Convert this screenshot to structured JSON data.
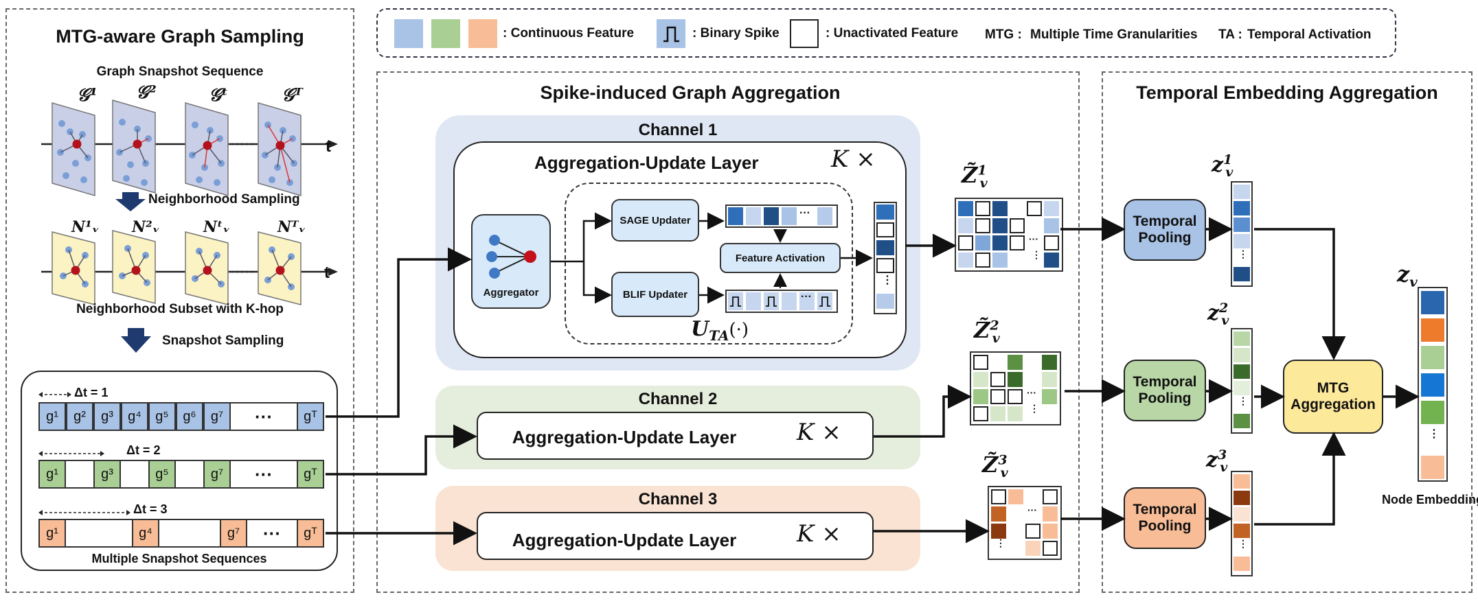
{
  "legend": {
    "continuous": ": Continuous Feature",
    "binary": ": Binary Spike",
    "unactivated": ": Unactivated Feature",
    "mtg_key": "MTG :",
    "mtg_def": "Multiple Time Granularities",
    "ta_key": "TA :",
    "ta_def": "Temporal  Activation"
  },
  "left": {
    "title": "MTG-aware Graph Sampling",
    "seq_title": "Graph Snapshot Sequence",
    "snap_labels": [
      "𝒢¹",
      "𝒢²",
      "𝒢ᵗ",
      "𝒢ᵀ"
    ],
    "node": "v",
    "t": "t",
    "neigh_sampling": "Neighborhood Sampling",
    "neigh_labels": [
      "N¹ᵥ",
      "N²ᵥ",
      "Nᵗᵥ",
      "Nᵀᵥ"
    ],
    "neigh_subset": "Neighborhood Subset with K-hop",
    "snapshot_sampling": "Snapshot Sampling",
    "multi_seq": "Multiple Snapshot Sequences",
    "rows": [
      {
        "dt": "Δt = 1",
        "cells": [
          "g¹",
          "g²",
          "g³",
          "g⁴",
          "g⁵",
          "g⁶",
          "g⁷",
          "···",
          "gᵀ"
        ]
      },
      {
        "dt": "Δt = 2",
        "cells": [
          "g¹",
          "",
          "g³",
          "",
          "g⁵",
          "",
          "g⁷",
          "···",
          "gᵀ"
        ]
      },
      {
        "dt": "Δt = 3",
        "cells": [
          "g¹",
          "",
          "g⁴",
          "",
          "g⁷",
          "···",
          "gᵀ"
        ]
      }
    ]
  },
  "middle": {
    "title": "Spike-induced Graph Aggregation",
    "ch1": "Channel 1",
    "ch2": "Channel 2",
    "ch3": "Channel 3",
    "agg_layer": "Aggregation-Update Layer",
    "kx": "K ×",
    "aggregator": "Aggregator",
    "sage": "SAGE Updater",
    "blif": "BLIF Updater",
    "feat_act": "Feature Activation",
    "uta": "U",
    "uta_sub": "TA",
    "uta_arg": "(·)",
    "dots": "···",
    "vdots": "⋮"
  },
  "zt": {
    "z1": "Z̃",
    "sup1": "1",
    "sup2": "2",
    "sup3": "3",
    "sub": "v"
  },
  "right": {
    "title": "Temporal Embedding Aggregation",
    "pool": "Temporal Pooling",
    "mtg": "MTG Aggregation",
    "z": "z",
    "zv": "v",
    "node_emb": "Node Embedding"
  },
  "colors": {
    "blue": "#a9c3e6",
    "green": "#a9cf94",
    "orange": "#f8bd97",
    "ch1_bg": "#e0e7f4",
    "ch2_bg": "#e5eddc",
    "ch3_bg": "#fae3d3",
    "mtg_box": "#fde99a"
  }
}
